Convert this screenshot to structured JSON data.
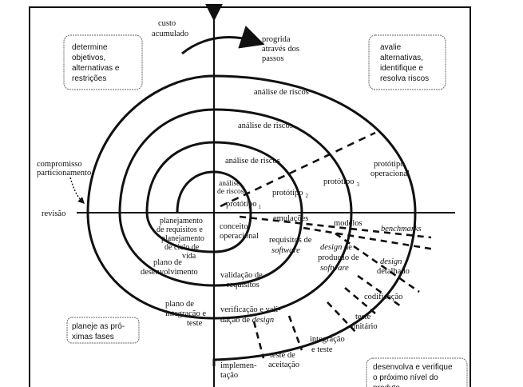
{
  "quadrants": {
    "top_left": [
      "determine",
      "objetivos,",
      "alternativas e",
      "restrições"
    ],
    "top_right": [
      "avalie",
      "alternativas,",
      "identifique e",
      "resolva riscos"
    ],
    "bottom_left": [
      "planeje as pró-",
      "ximas fases"
    ],
    "bottom_right": [
      "desenvolva e verifique",
      "o próximo nível do",
      "produto"
    ]
  },
  "axis": {
    "cumulative_cost": [
      "custo",
      "acumulado"
    ],
    "progress": [
      "progrida",
      "através dos",
      "passos"
    ],
    "review": "revisão",
    "commitment": [
      "compromisso",
      "particionamento"
    ]
  },
  "risk_analysis": {
    "r1": "análise de riscos",
    "r2": "análise de riscos",
    "r3": "análise de riscos",
    "r4": [
      "análise",
      "de riscos"
    ]
  },
  "prototypes": {
    "p1": "protótipo",
    "p1_sub": "1",
    "p2": "protótipo",
    "p2_sub": "2",
    "p3": "protótipo",
    "p3_sub": "3",
    "operational": [
      "protótipo",
      "operacional"
    ]
  },
  "engineering": {
    "emulations": "emulações",
    "models": "modelos",
    "benchmarks": "benchmarks",
    "concept": [
      "conceito",
      "operacional"
    ],
    "software_req_1": "requisitos de",
    "software_req_2": "software",
    "design_prod_1": "design",
    "design_prod_2": " de",
    "design_prod_3": "produção de",
    "design_prod_4": "software",
    "detailed_1": "design",
    "detailed_2": "detalhado",
    "coding": "codificação",
    "unit_test": [
      "teste",
      "unitário"
    ],
    "integration_test": [
      "integração",
      "e teste"
    ],
    "acceptance_test": [
      "teste de",
      "aceitação"
    ],
    "implementation": [
      "implemen-",
      "tação"
    ],
    "req_validation": [
      "validação de",
      "requisitos"
    ],
    "verification_1": "verificação e vali-",
    "verification_2": "dação de ",
    "verification_3": "design"
  },
  "planning": {
    "req_plan": [
      "planejamento",
      "de requisitos e",
      "planejamento",
      "de ciclo de",
      "vida"
    ],
    "dev_plan": [
      "plano de",
      "desenvolvimento"
    ],
    "int_plan": [
      "plano de",
      "integração e",
      "teste"
    ]
  }
}
